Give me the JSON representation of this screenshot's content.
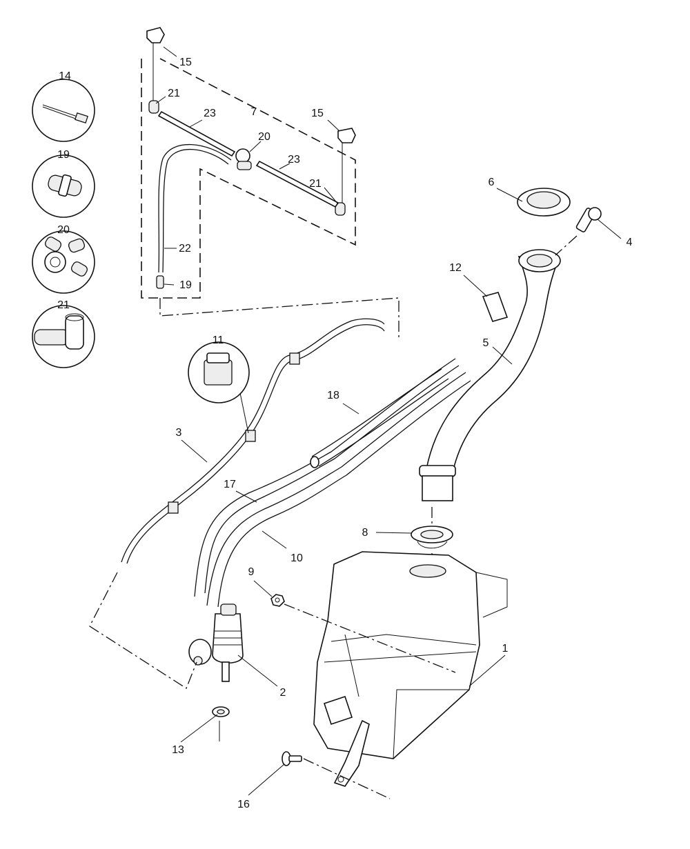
{
  "callouts": {
    "c1": "1",
    "c2": "2",
    "c3": "3",
    "c4": "4",
    "c5": "5",
    "c6": "6",
    "c7": "7",
    "c8": "8",
    "c9": "9",
    "c10": "10",
    "c11": "11",
    "c12": "12",
    "c13": "13",
    "c14": "14",
    "c15a": "15",
    "c15b": "15",
    "c16": "16",
    "c17": "17",
    "c18": "18",
    "c19a": "19",
    "c19b": "19",
    "c20a": "20",
    "c20b": "20",
    "c21a": "21",
    "c21b": "21",
    "c21c": "21",
    "c22": "22",
    "c23a": "23",
    "c23b": "23"
  }
}
